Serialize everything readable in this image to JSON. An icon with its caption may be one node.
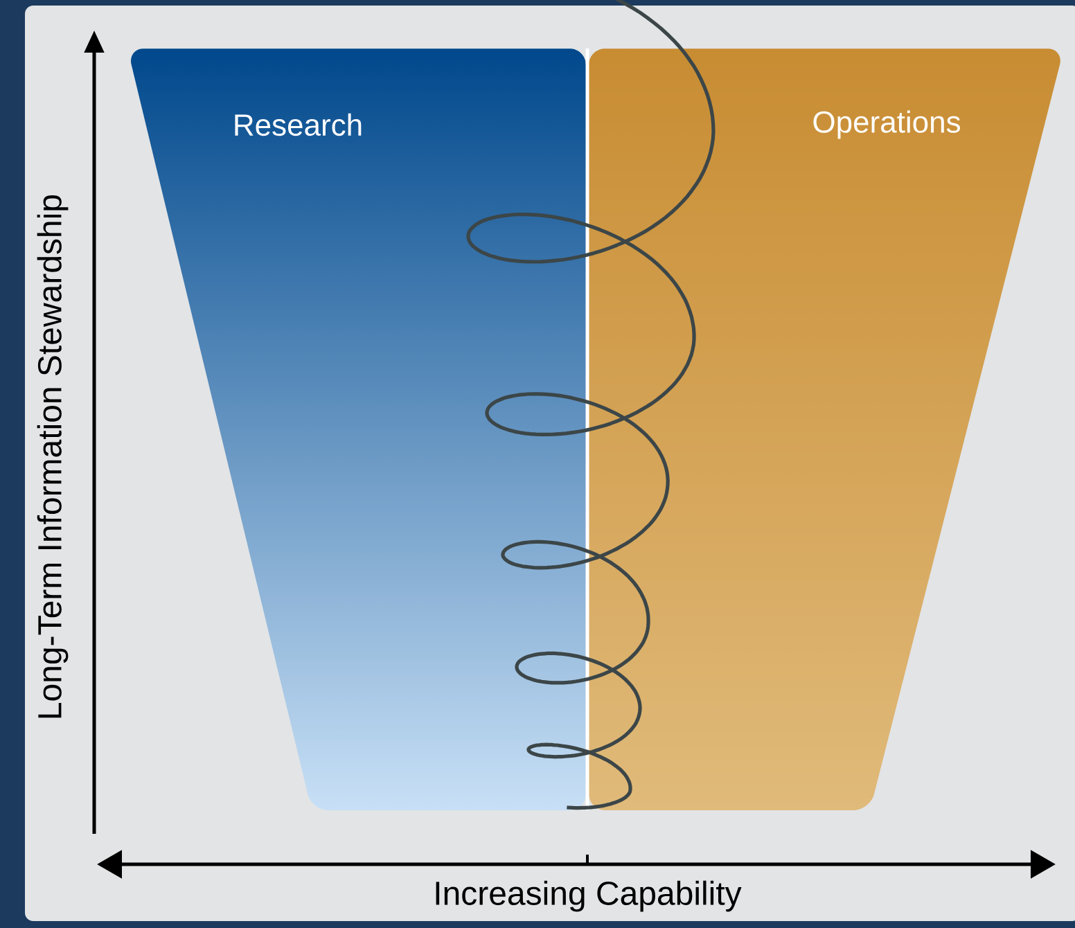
{
  "diagram": {
    "nodes": [
      {
        "text": [
          "Research"
        ]
      },
      {
        "text": [
          "Operations"
        ]
      }
    ],
    "labels": [
      "Long-Term Information Stewardship",
      "Increasing Capability"
    ]
  }
}
